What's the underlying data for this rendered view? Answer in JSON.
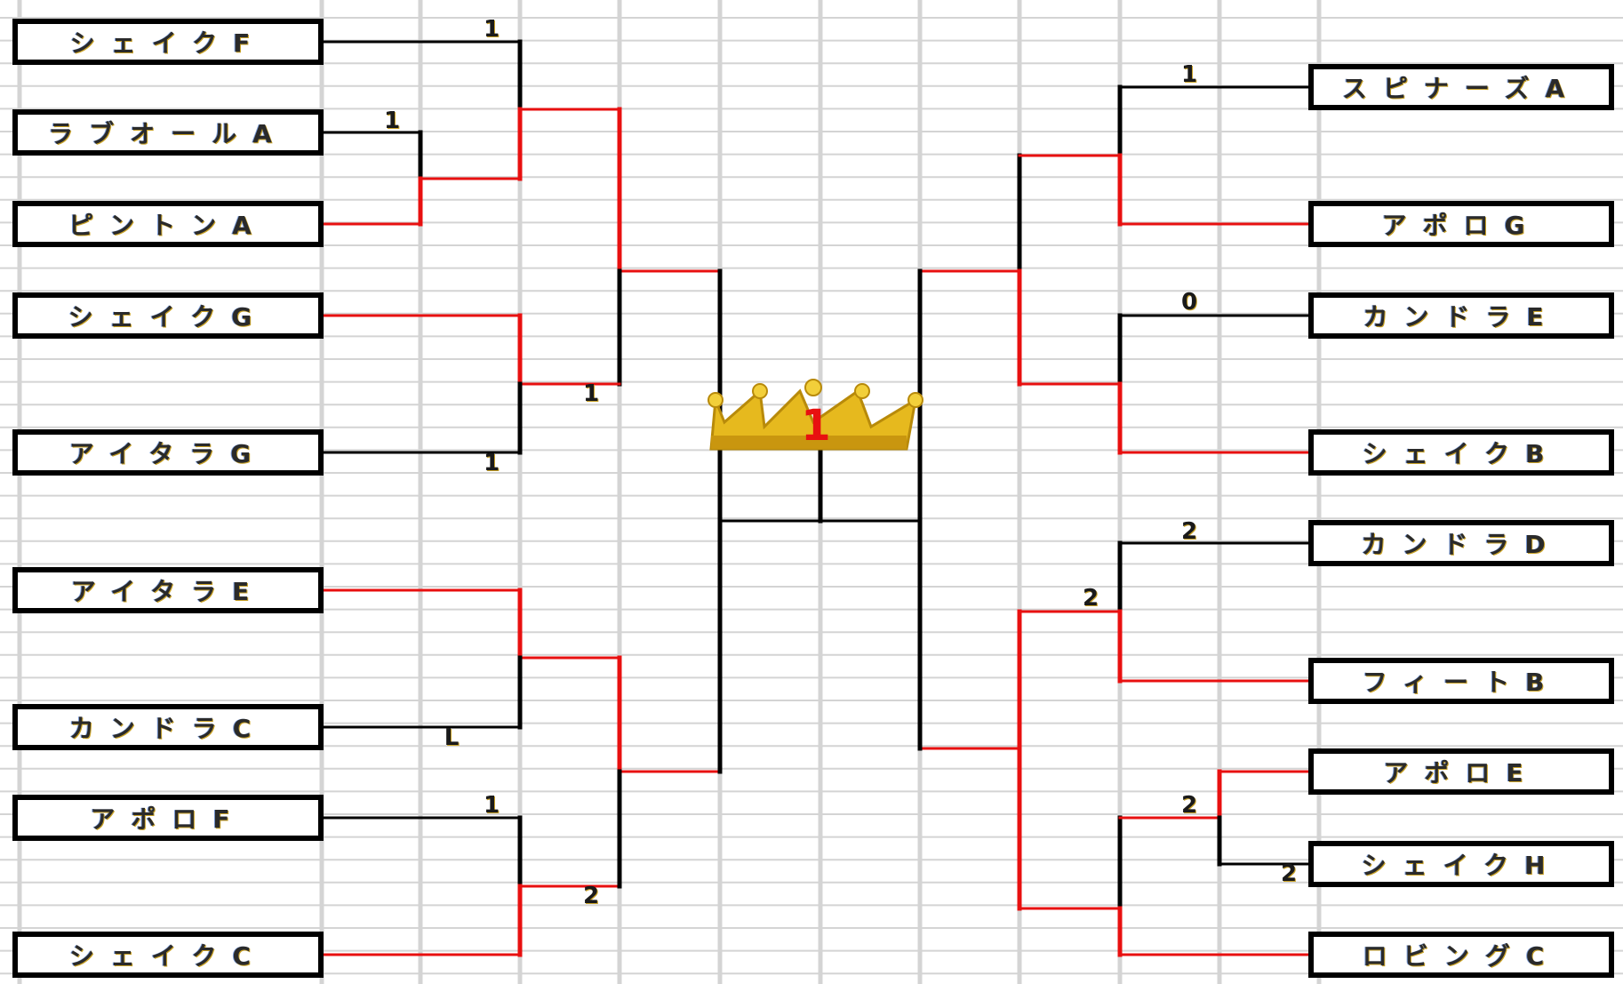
{
  "colors": {
    "winner_line": "#e81010",
    "loser_line": "#000000",
    "grid": "#d4d4d4",
    "crown_gold": "#e6b91e"
  },
  "left_teams": [
    "シェイクF",
    "ラブオールA",
    "ピントンA",
    "シェイクG",
    "アイタラG",
    "アイタラE",
    "カンドラC",
    "アポロF",
    "シェイクC"
  ],
  "right_teams": [
    "スピナーズA",
    "アポロG",
    "カンドラE",
    "シェイクB",
    "カンドラD",
    "フィートB",
    "アポロE",
    "シェイクH",
    "ロビングC"
  ],
  "scores": {
    "l1": "1",
    "l2": "1",
    "l3": "1",
    "l4": "1",
    "l5": "L",
    "l6": "1",
    "l7": "2",
    "r1": "1",
    "r2": "0",
    "r3": "2",
    "r4": "2",
    "r5": "2",
    "r6": "2"
  },
  "crown_icon": "crown-icon",
  "crown_number": "1"
}
